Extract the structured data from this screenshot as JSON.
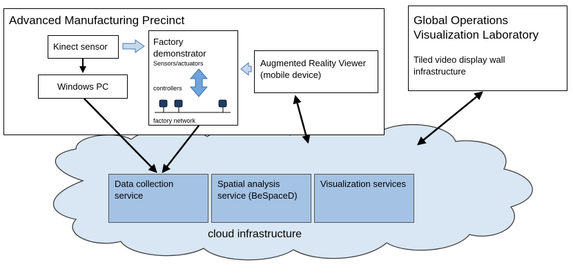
{
  "precinct": {
    "title": "Advanced Manufacturing Precinct"
  },
  "kinect": {
    "label": "Kinect sensor"
  },
  "windows_pc": {
    "label": "Windows PC"
  },
  "factory": {
    "title_line1": "Factory",
    "title_line2": "demonstrator",
    "sensors": "Sensors/actuators",
    "controllers": "controllers",
    "network": "factory network"
  },
  "ar_viewer": {
    "line1": "Augmented Reality Viewer",
    "line2": "(mobile device)"
  },
  "global_lab": {
    "title_line1": "Global Operations",
    "title_line2": "Visualization Laboratory",
    "desc_line1": "Tiled video display wall",
    "desc_line2": "infrastructure"
  },
  "services": {
    "data_collection": {
      "line1": "Data collection",
      "line2": "service"
    },
    "spatial": {
      "line1": "Spatial analysis",
      "line2": "service (BeSpaceD)"
    },
    "visualization": {
      "line1": "Visualization services"
    }
  },
  "cloud": {
    "label": "cloud infrastructure"
  },
  "colors": {
    "cloud_fill": "#d9e6f4",
    "service_fill": "#a4c2e4",
    "arrow_blue": "#6fa3dc",
    "controller_fill": "#1f3d63"
  }
}
